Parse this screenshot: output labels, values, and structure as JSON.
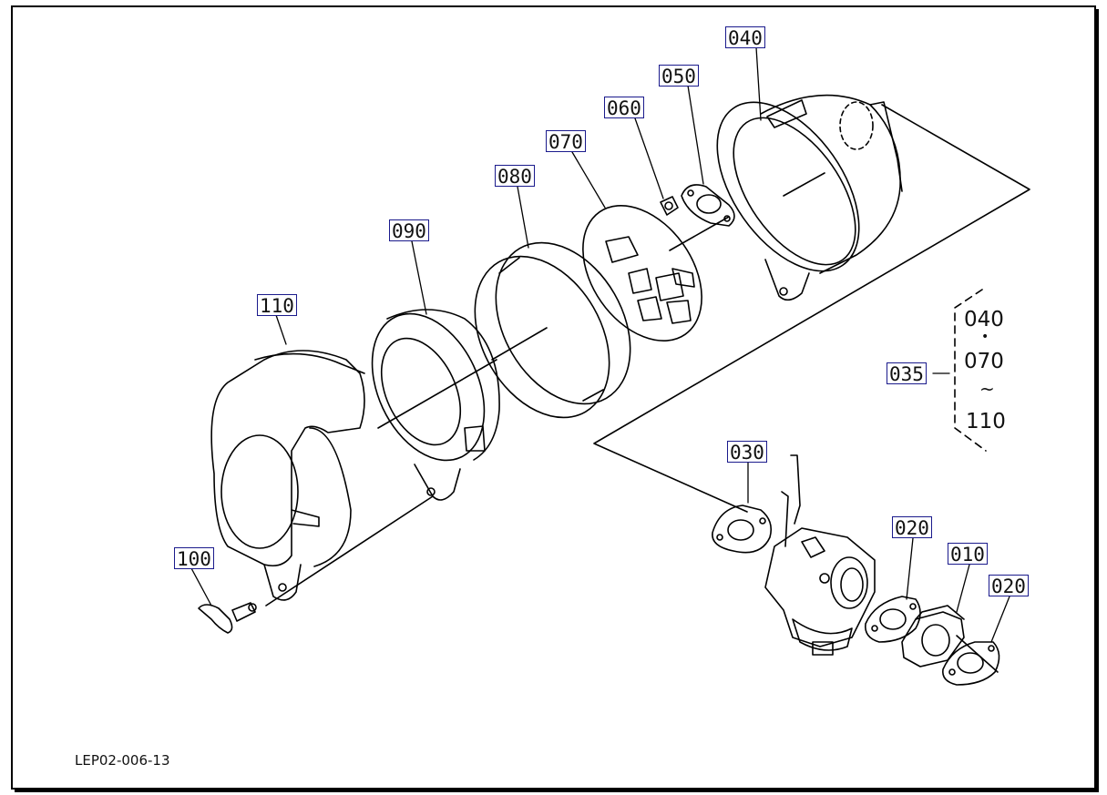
{
  "callouts": {
    "c010": "010",
    "c020a": "020",
    "c020b": "020",
    "c030": "030",
    "c035": "035",
    "c040": "040",
    "c050": "050",
    "c060": "060",
    "c070": "070",
    "c080": "080",
    "c090": "090",
    "c100": "100",
    "c110": "110"
  },
  "assembly_range": {
    "start": "040",
    "middle": "070",
    "end": "110",
    "dot": "•",
    "tilde": "~"
  },
  "drawing_code": "LEP02-006-13",
  "colors": {
    "callout_border": "#1a1a8c",
    "line": "#000000"
  }
}
